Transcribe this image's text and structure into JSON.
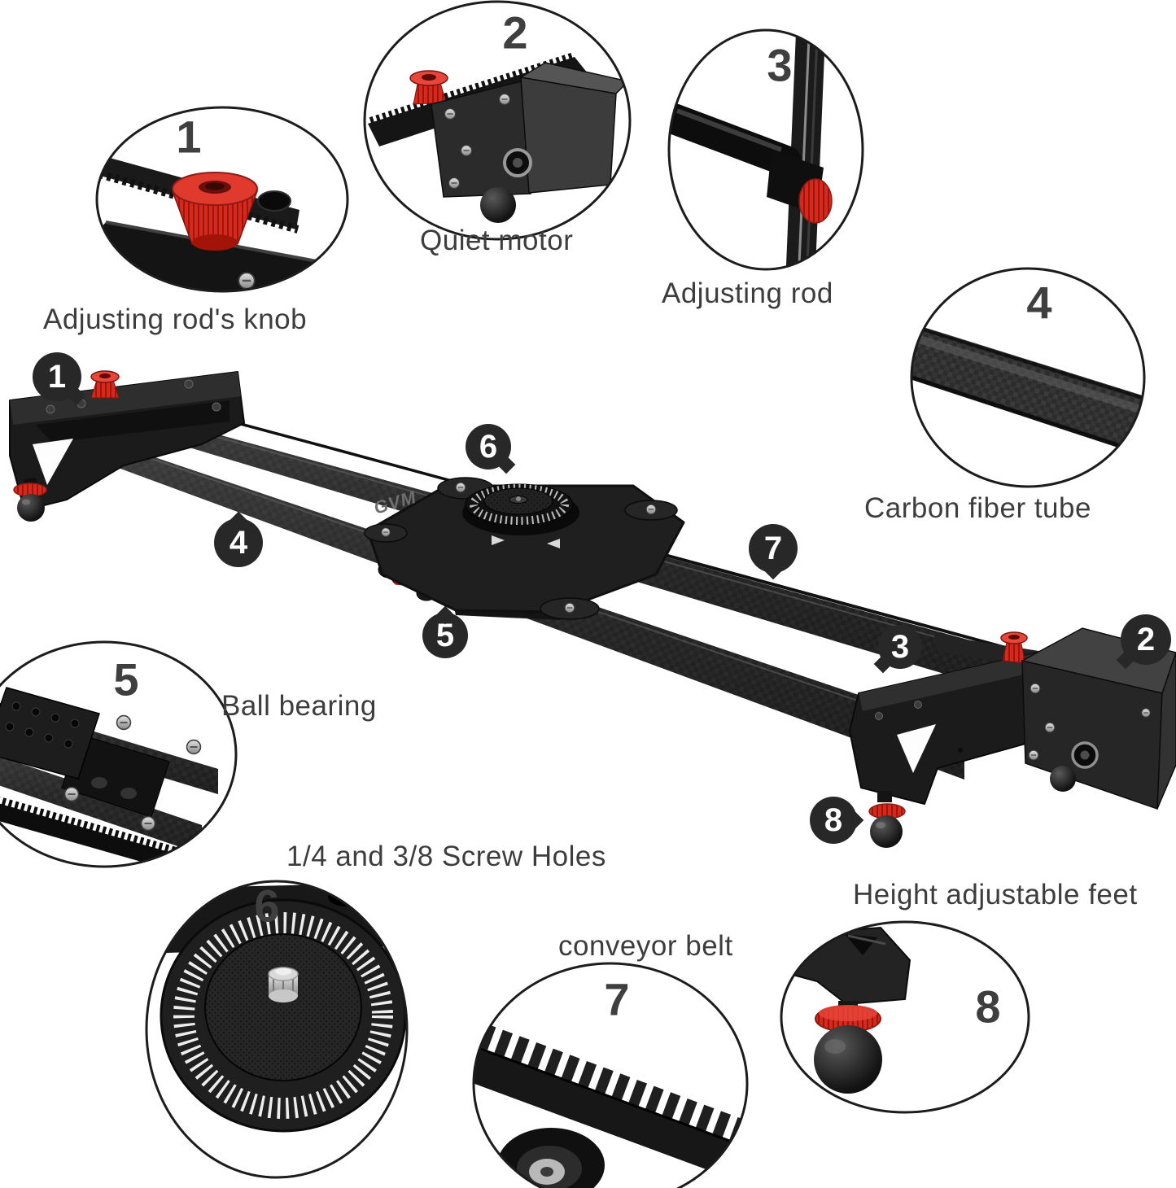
{
  "brand": "GVM",
  "colors": {
    "background": "#ffffff",
    "accent_red": "#d6281c",
    "badge_background": "#282828",
    "badge_number": "#ffffff",
    "label_text": "#3d3d3d",
    "outline": "#1c1c1c"
  },
  "callouts": [
    {
      "number": "1",
      "label": "Adjusting rod's knob"
    },
    {
      "number": "2",
      "label": "Quiet motor"
    },
    {
      "number": "3",
      "label": "Adjusting rod"
    },
    {
      "number": "4",
      "label": "Carbon fiber tube"
    },
    {
      "number": "5",
      "label": "Ball bearing"
    },
    {
      "number": "6",
      "label": "1/4 and 3/8 Screw Holes"
    },
    {
      "number": "7",
      "label": "conveyor belt"
    },
    {
      "number": "8",
      "label": "Height adjustable feet"
    }
  ]
}
